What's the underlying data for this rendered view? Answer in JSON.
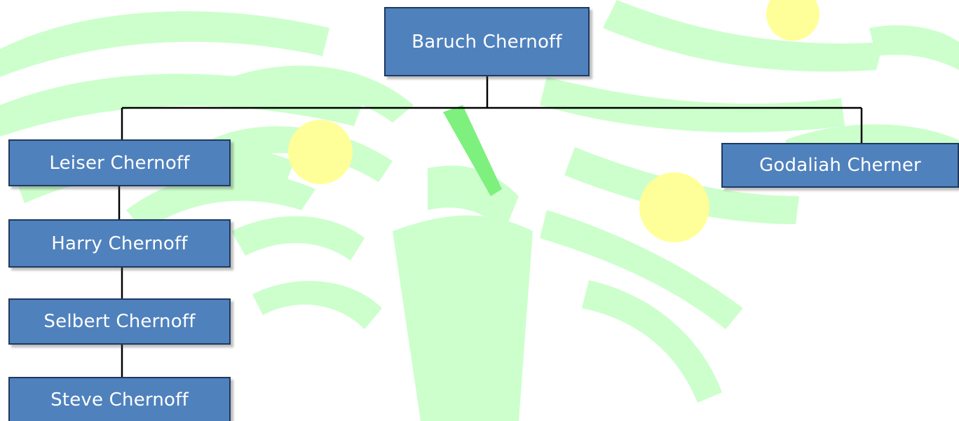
{
  "colors": {
    "node_fill": "#4f81bd",
    "node_border": "#1f3a5f",
    "node_text": "#ffffff",
    "connector": "#000000",
    "background": "#ffffff",
    "tree_art": "#ccffcc",
    "tree_art_dark": "#7ef07e",
    "fruit": "#ffff99"
  },
  "background": {
    "decoration": "tree-watermark-icon"
  },
  "nodes": {
    "root": {
      "label": "Baruch Chernoff"
    },
    "child_left": {
      "label": "Leiser Chernoff"
    },
    "child_right": {
      "label": "Godaliah Cherner"
    },
    "grandchild": {
      "label": "Harry Chernoff"
    },
    "great_grandchild": {
      "label": "Selbert Chernoff"
    },
    "great_great_grandchild": {
      "label": "Steve Chernoff"
    }
  }
}
